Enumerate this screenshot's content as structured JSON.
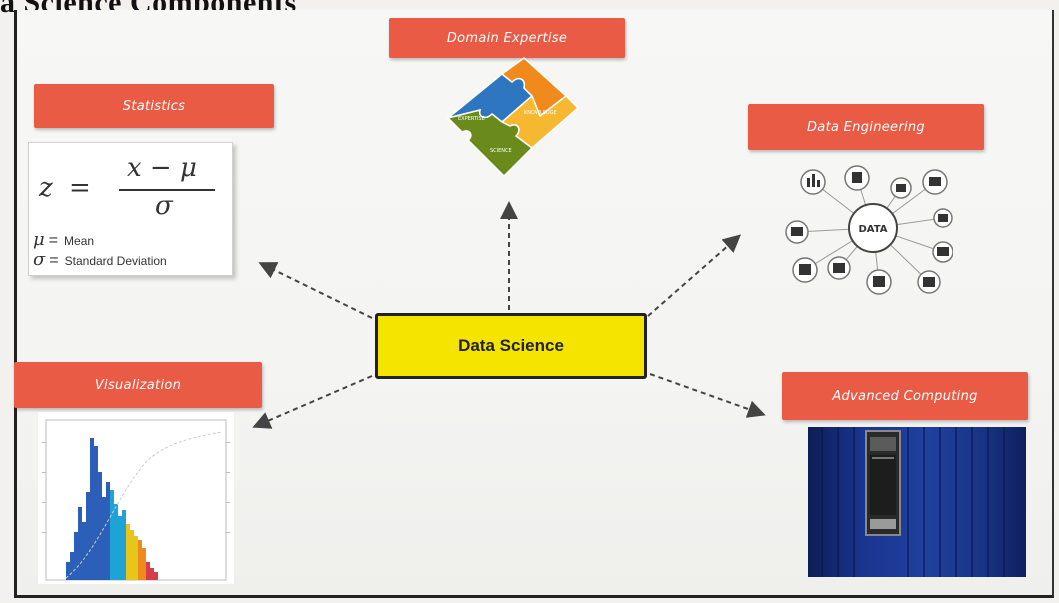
{
  "heading": "a Science Components",
  "center": {
    "label": "Data Science"
  },
  "nodes": {
    "domain": {
      "label": "Domain Expertise"
    },
    "statistics": {
      "label": "Statistics"
    },
    "engineering": {
      "label": "Data Engineering"
    },
    "visualization": {
      "label": "Visualization"
    },
    "computing": {
      "label": "Advanced Computing"
    }
  },
  "formula": {
    "lhs": "z",
    "equals": "=",
    "numerator": "x − μ",
    "denominator": "σ",
    "mu_symbol": "μ",
    "mu_label": "Mean",
    "sigma_symbol": "σ",
    "sigma_label": "Standard Deviation"
  },
  "engineering_center": "DATA",
  "colors": {
    "tag": "#ea5b45",
    "center_box": "#f4e400",
    "puzzle": [
      "#f08a1c",
      "#2e77c0",
      "#f5b830",
      "#6a8a1c"
    ]
  },
  "icons": [
    "puzzle-icon",
    "data-engineering-icon",
    "histogram-icon",
    "server-rack-icon"
  ]
}
